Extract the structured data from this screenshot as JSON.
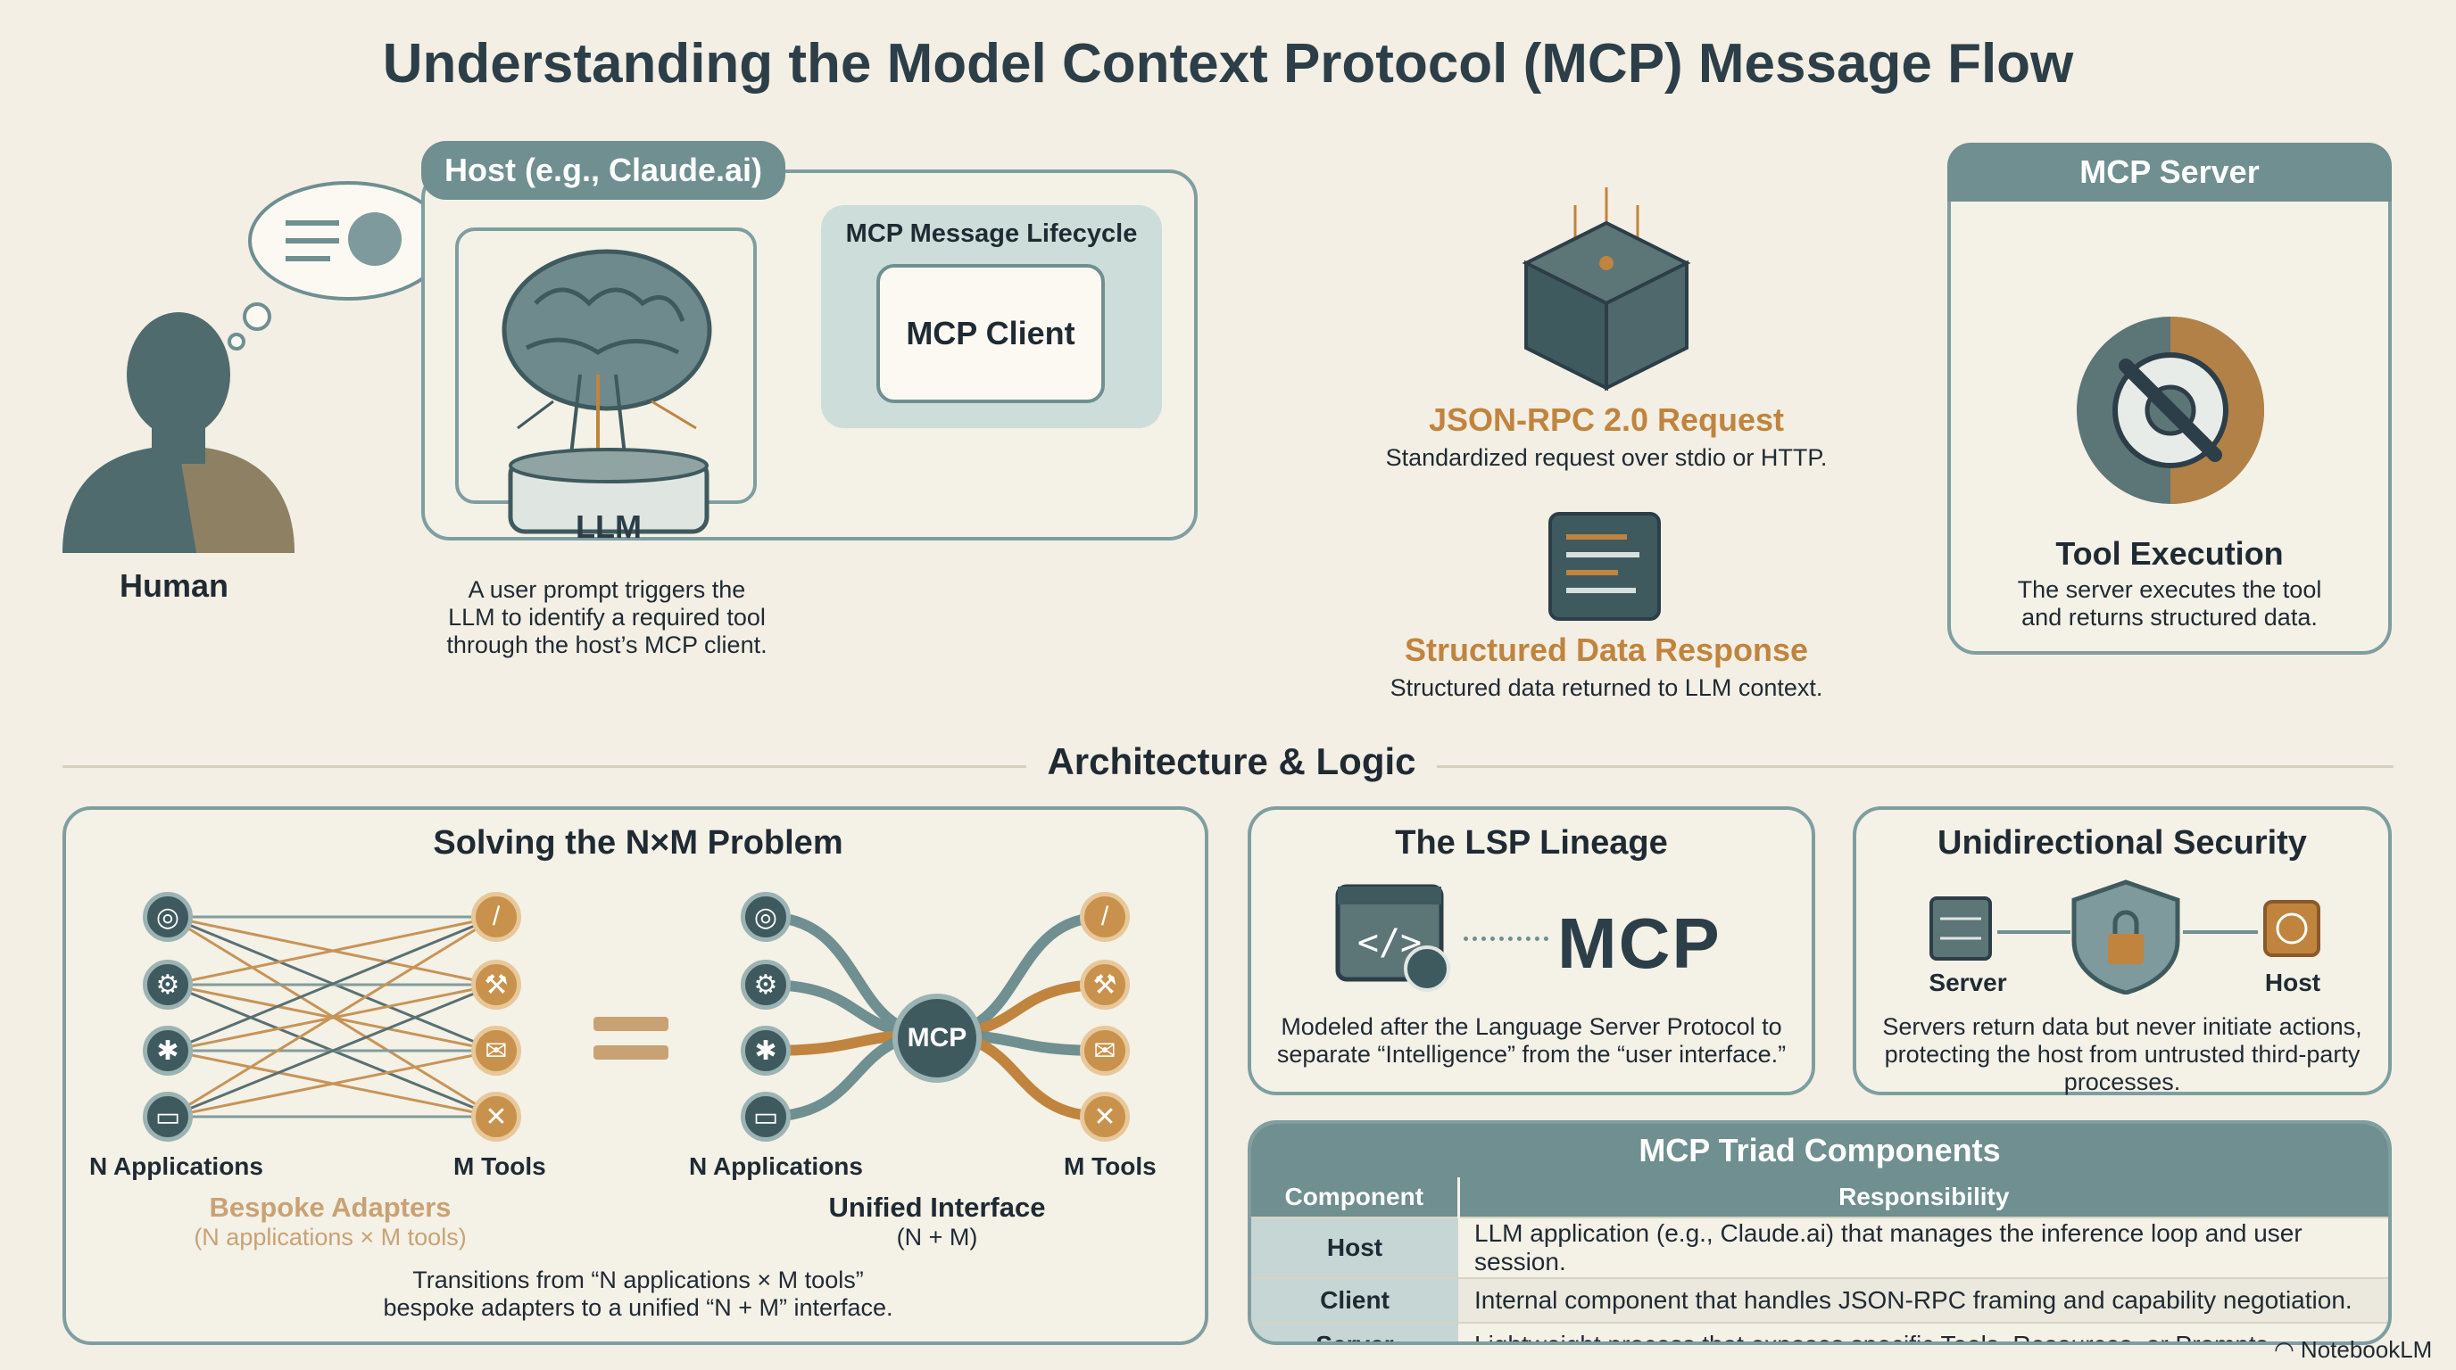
{
  "title": "Understanding the Model Context Protocol (MCP) Message Flow",
  "colors": {
    "teal": "#6f8f90",
    "dark_teal": "#3f5a5e",
    "orange": "#c0843e",
    "background": "#f3efe4"
  },
  "human": {
    "label": "Human"
  },
  "host": {
    "tab_label": "Host (e.g., Claude.ai)",
    "llm_label": "LLM",
    "lifecycle_title": "MCP Message Lifecycle",
    "client_label": "MCP Client",
    "caption_lines": [
      "A user prompt triggers the",
      "LLM to identify a required tool",
      "through the host’s MCP client."
    ]
  },
  "request": {
    "title": "JSON-RPC 2.0 Request",
    "desc": "Standardized request over stdio or HTTP."
  },
  "response": {
    "title": "Structured Data Response",
    "desc": "Structured data returned to LLM context."
  },
  "server": {
    "tab_label": "MCP Server",
    "icon": "gear-wrench-icon",
    "title": "Tool Execution",
    "desc_lines": [
      "The server executes the tool",
      "and returns structured data."
    ]
  },
  "architecture": {
    "heading": "Architecture & Logic"
  },
  "nxm": {
    "title": "Solving the N×M Problem",
    "left_apps": "N Applications",
    "left_tools": "M Tools",
    "bespoke_title": "Bespoke Adapters",
    "bespoke_sub": "(N applications × M tools)",
    "hub_label": "MCP",
    "right_apps": "N Applications",
    "right_tools": "M Tools",
    "unified_title": "Unified Interface",
    "unified_sub": "(N + M)",
    "caption_lines": [
      "Transitions from “N applications × M tools”",
      "bespoke adapters to a unified “N + M” interface."
    ],
    "app_icons": [
      "globe-icon",
      "gear-icon",
      "network-icon",
      "window-icon"
    ],
    "tool_icons": [
      "screwdriver-icon",
      "wrench-icon",
      "envelope-icon",
      "tools-icon"
    ]
  },
  "lsp": {
    "title": "The LSP Lineage",
    "logo_text": "MCP",
    "caption_lines": [
      "Modeled after the Language Server Protocol to",
      "separate “Intelligence” from the “user interface.”"
    ]
  },
  "security": {
    "title": "Unidirectional Security",
    "server_label": "Server",
    "host_label": "Host",
    "caption_lines": [
      "Servers return data but never initiate actions,",
      "protecting the host from untrusted third-party",
      "processes."
    ]
  },
  "triad": {
    "title": "MCP Triad Components",
    "headers": [
      "Component",
      "Responsibility"
    ],
    "rows": [
      [
        "Host",
        "LLM application (e.g., Claude.ai) that manages the inference loop and user session."
      ],
      [
        "Client",
        "Internal component that handles JSON-RPC framing and capability negotiation."
      ],
      [
        "Server",
        "Lightweight process that exposes specific Tools, Resources, or Prompts."
      ]
    ]
  },
  "watermark": "NotebookLM"
}
